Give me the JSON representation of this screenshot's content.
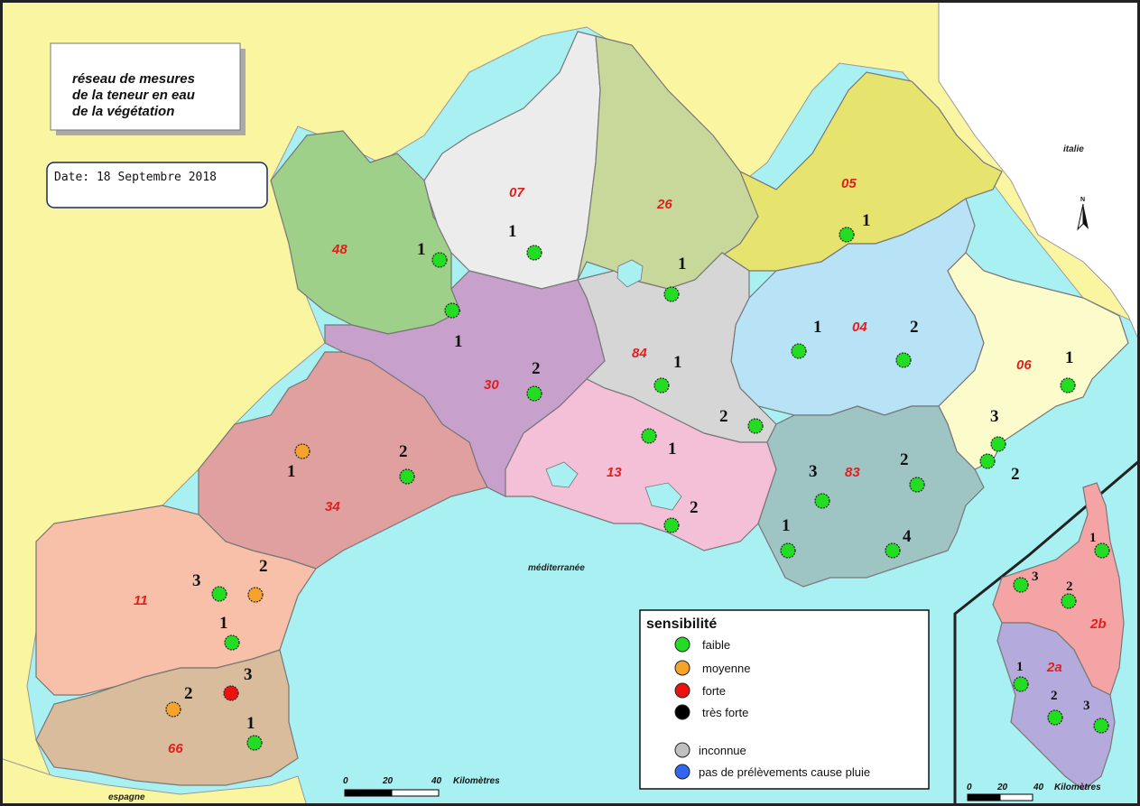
{
  "title": {
    "line1": "réseau de mesures",
    "line2": "de la teneur en eau",
    "line3": "de la végétation"
  },
  "date_label": "Date: 18 Septembre 2018",
  "places": {
    "italie": "italie",
    "espagne": "espagne",
    "mediterranee": "méditerranée"
  },
  "departments": {
    "d48": "48",
    "d07": "07",
    "d26": "26",
    "d05": "05",
    "d04": "04",
    "d06": "06",
    "d30": "30",
    "d84": "84",
    "d13": "13",
    "d83": "83",
    "d34": "34",
    "d11": "11",
    "d66": "66",
    "d2a": "2a",
    "d2b": "2b"
  },
  "site_numbers": {
    "s48a": "1",
    "s48b": "1",
    "s07": "1",
    "s26": "1",
    "s05": "1",
    "s04a": "1",
    "s04b": "2",
    "s06a": "1",
    "s06b": "3",
    "s06c": "2",
    "s30": "2",
    "s84a": "1",
    "s84b": "2",
    "s13a": "1",
    "s13b": "2",
    "s83a": "3",
    "s83b": "2",
    "s83c": "1",
    "s83d": "4",
    "s34a": "1",
    "s34b": "2",
    "s11a": "3",
    "s11b": "2",
    "s11c": "1",
    "s66a": "2",
    "s66b": "3",
    "s66c": "1",
    "s2b1": "1",
    "s2b3": "3",
    "s2b2": "2",
    "s2a1": "1",
    "s2a2": "2",
    "s2a3": "3"
  },
  "legend": {
    "title": "sensibilité",
    "items": [
      {
        "label": "faible",
        "color": "#22dd22"
      },
      {
        "label": "moyenne",
        "color": "#f5a32a"
      },
      {
        "label": "forte",
        "color": "#ee1111"
      },
      {
        "label": "très forte",
        "color": "#000000"
      },
      {
        "label": "inconnue",
        "color": "#c0c0c0"
      },
      {
        "label": "pas de prélèvements cause pluie",
        "color": "#3366ee"
      }
    ]
  },
  "scale": {
    "main": {
      "t0": "0",
      "t20": "20",
      "t40": "40",
      "unit": "Kilomètres"
    },
    "corse": {
      "t0": "0",
      "t20": "20",
      "t40": "40",
      "unit": "Kilomètres"
    }
  },
  "north_arrow": {
    "icon": "north-arrow-icon",
    "letter": "N"
  },
  "colors": {
    "sea": "#a8f0f2",
    "neighbor": "#f9f5a0",
    "faible": "#22dd22",
    "moyenne": "#f5a32a",
    "forte": "#ee1111"
  }
}
